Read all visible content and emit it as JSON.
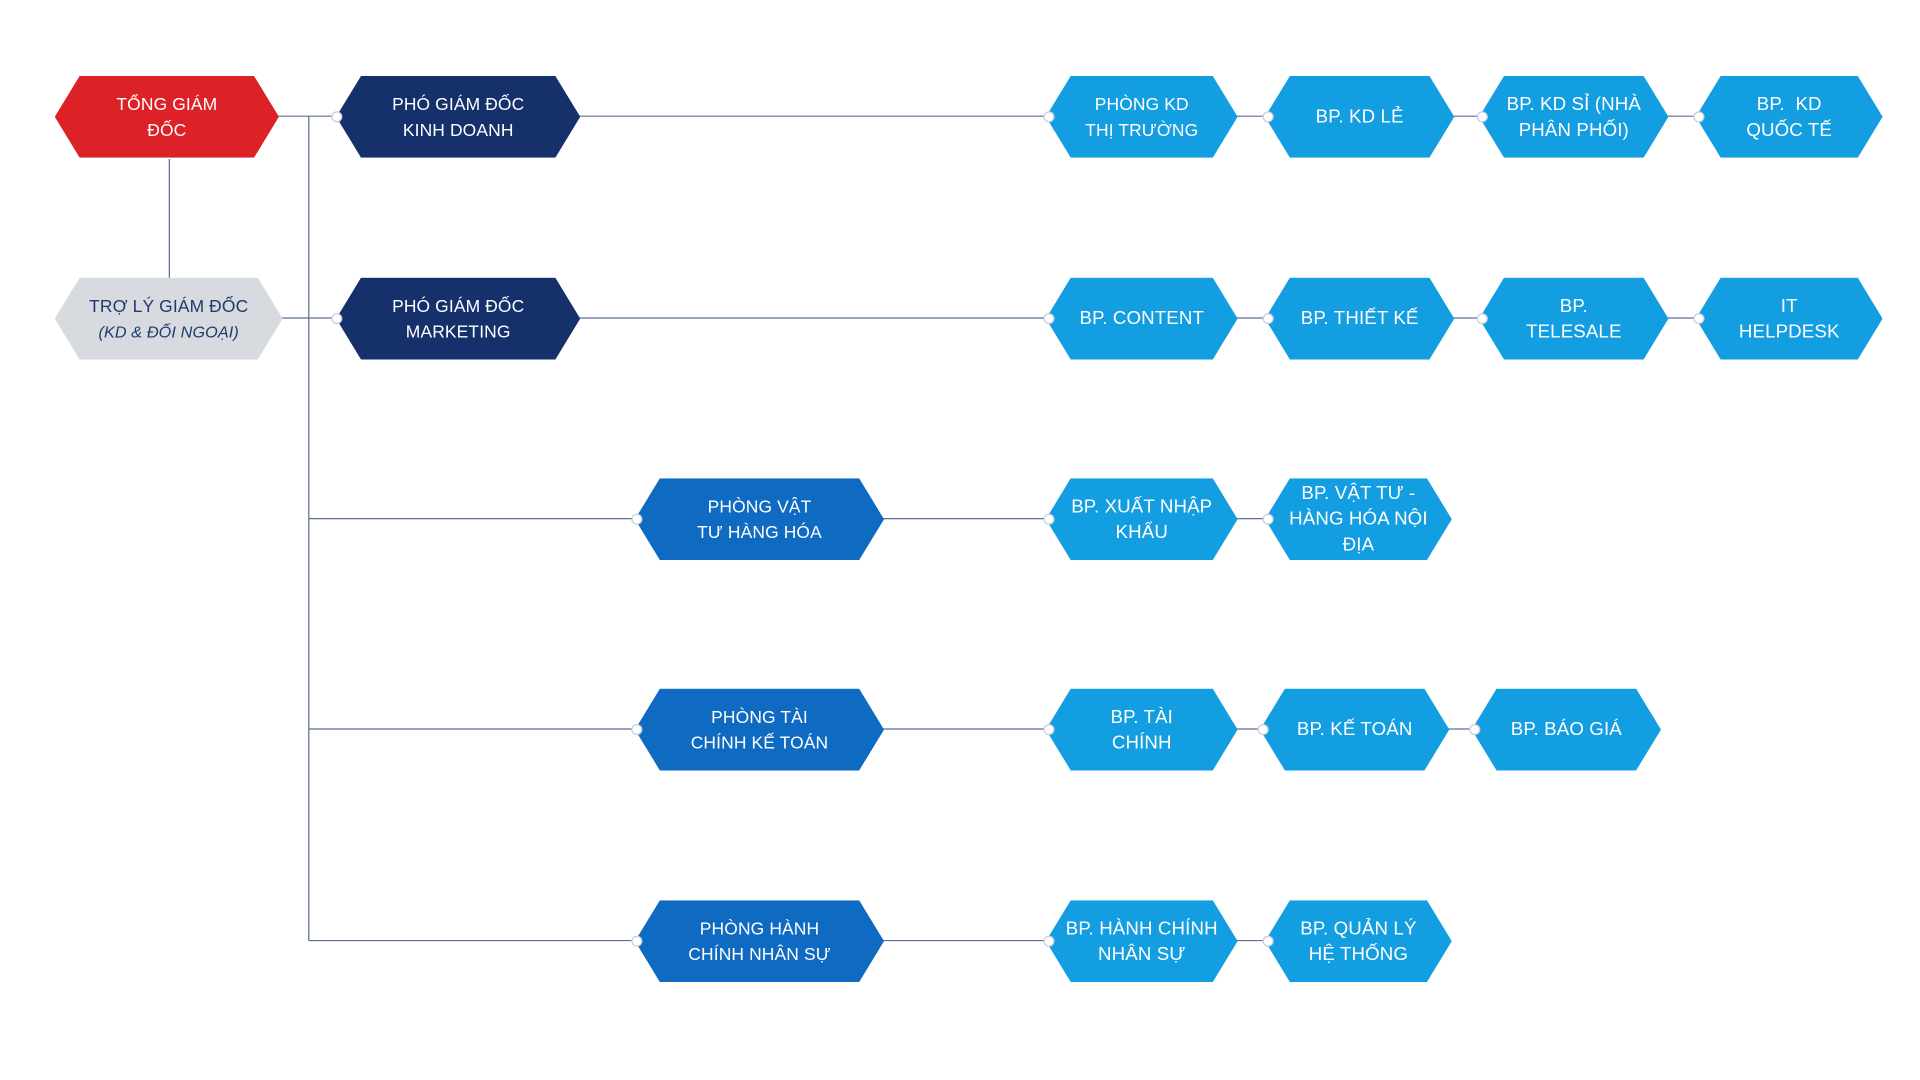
{
  "colors": {
    "ceo": "#dc2127",
    "assistant": "#d7dade",
    "vice": "#15306b",
    "department": "#0f6bc2",
    "division": "#149ee2",
    "connector": "#5b6f93"
  },
  "nodes": {
    "ceo": "TỔNG GIÁM ĐỐC",
    "assistant": "TRỢ LÝ GIÁM ĐỐC",
    "assistant_note": "(KD & ĐỐI NGOẠI)",
    "vp_sales": "PHÓ GIÁM ĐỐC KINH DOANH",
    "vp_marketing": "PHÓ GIÁM ĐỐC MARKETING",
    "dept_materials": "PHÒNG VẬT TƯ HÀNG HÓA",
    "dept_finance": "PHÒNG TÀI CHÍNH KẾ TOÁN",
    "dept_admin": "PHÒNG HÀNH CHÍNH NHÂN SỰ",
    "sales_market": "PHÒNG KD THỊ TRƯỜNG",
    "sales_retail": "BP. KD LẺ",
    "sales_wholesale": "BP. KD SỈ (NHÀ PHÂN PHỐI)",
    "sales_international": "BP.  KD QUỐC TẾ",
    "content": "BP. CONTENT",
    "design": "BP. THIẾT KẾ",
    "telesale": "BP. TELESALE",
    "helpdesk": "IT HELPDESK",
    "import_export": "BP. XUẤT NHẬP KHẨU",
    "domestic_goods": "BP. VẬT TƯ - HÀNG HÓA NỘI ĐỊA",
    "finance": "BP. TÀI CHÍNH",
    "accounting": "BP. KẾ TOÁN",
    "quotation": "BP. BÁO GIÁ",
    "hr_admin": "BP. HÀNH CHÍNH NHÂN SỰ",
    "system_mgmt": "BP. QUẢN LÝ HỆ THỐNG"
  }
}
